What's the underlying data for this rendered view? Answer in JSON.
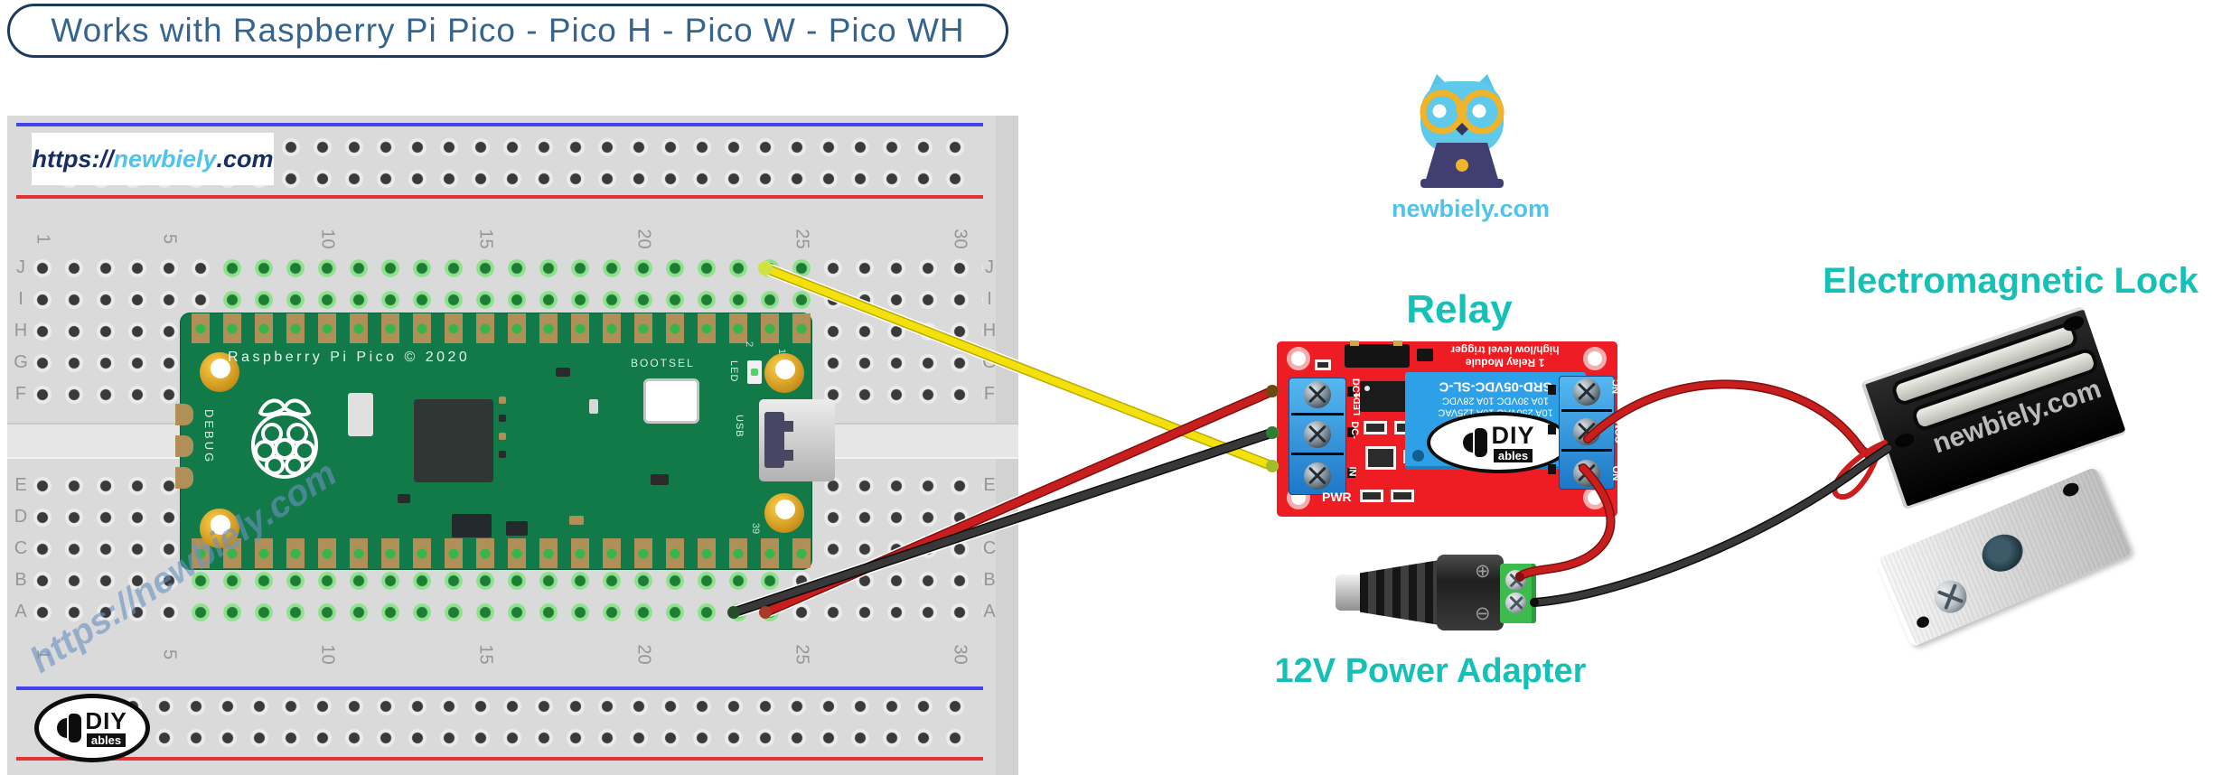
{
  "banner": {
    "text": "Works with Raspberry Pi Pico - Pico H - Pico W - Pico WH"
  },
  "branding": {
    "url_prefix": "https://",
    "url_name": "newbiely",
    "url_suffix": ".com",
    "site": "newbiely.com",
    "watermark_board": "https://newbiely.com",
    "watermark_lock": "newbiely.com",
    "diyables": {
      "diy": "DIY",
      "ables": "ables"
    }
  },
  "breadboard": {
    "row_letters": [
      "J",
      "I",
      "H",
      "G",
      "F",
      "E",
      "D",
      "C",
      "B",
      "A"
    ],
    "col_numbers": [
      "1",
      "5",
      "10",
      "15",
      "20",
      "25",
      "30"
    ]
  },
  "pico": {
    "title": "Raspberry Pi Pico © 2020",
    "debug_label": "DEBUG",
    "bootsel_label": "BOOTSEL",
    "usb_label": "USB",
    "led_label": "LED",
    "pin_numbers": [
      "2",
      "1",
      "39"
    ]
  },
  "relay": {
    "label": "Relay",
    "header_line1": "high/low level trigger",
    "header_line2": "1 Relay Module",
    "cube_line1": "SRD-05VDC-SL-C",
    "cube_line2": "10A 30VDC 10A 28VDC",
    "cube_line3": "10A 250VAC 10A 125VAC",
    "left_terminals": [
      "DC+",
      "DC-",
      "IN"
    ],
    "right_terminals": [
      "NC",
      "COM",
      "NO"
    ],
    "pwr_label": "PWR",
    "led1_label": "LED1"
  },
  "power_adapter": {
    "label": "12V Power Adapter",
    "plus": "⊕",
    "minus": "⊖"
  },
  "lock": {
    "label": "Electromagnetic Lock"
  },
  "wires": [
    {
      "id": "gpio-to-relay-in",
      "color": "yellow"
    },
    {
      "id": "vbus-to-relay-dc-plus",
      "color": "red"
    },
    {
      "id": "gnd-to-relay-dc-minus",
      "color": "black"
    },
    {
      "id": "relay-com-to-lock",
      "color": "red"
    },
    {
      "id": "relay-no-to-adapter-plus",
      "color": "red"
    },
    {
      "id": "adapter-minus-to-lock",
      "color": "black"
    }
  ],
  "colors": {
    "label_teal": "#15c1b6",
    "banner_navy": "#35648f",
    "url_navy": "#172d63",
    "brand_blue": "#4fc3ea",
    "pico_green": "#117a48",
    "relay_red": "#ee1c23",
    "relay_blue": "#2da0e8",
    "wire_yellow": "#f3e00d",
    "wire_red": "#c81e1e",
    "wire_black": "#2c2c2c"
  }
}
